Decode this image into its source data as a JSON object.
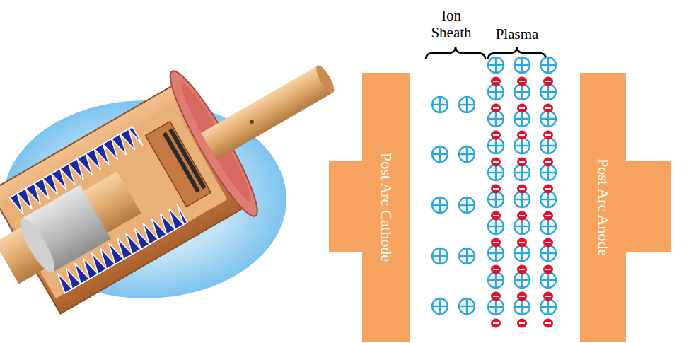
{
  "diagram": {
    "nodes": [
      {
        "text": [
          "Post Arc Cathode"
        ]
      },
      {
        "text": [
          "Post Arc Anode"
        ]
      }
    ],
    "labels": [
      "Ion Sheath",
      "Plasma"
    ]
  }
}
